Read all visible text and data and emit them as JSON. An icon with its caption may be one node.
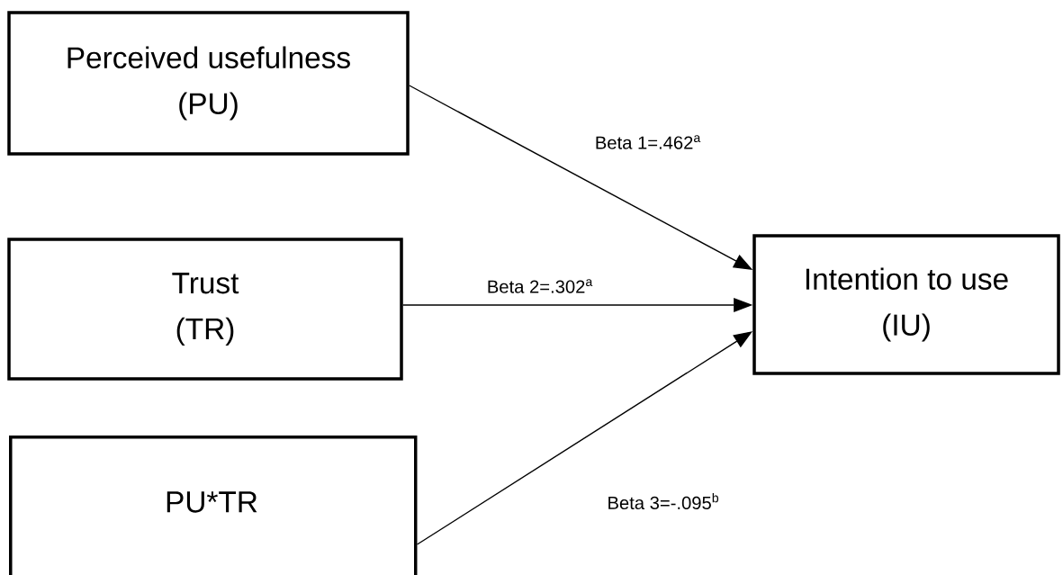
{
  "diagram": {
    "nodes": [
      {
        "text": [
          "Perceived usefulness",
          "(PU)"
        ]
      },
      {
        "text": [
          "Trust",
          "(TR)"
        ]
      },
      {
        "text": [
          "PU*TR"
        ]
      },
      {
        "text": [
          "Intention to use",
          "(IU)"
        ]
      }
    ],
    "edges": [
      {
        "from": 0,
        "to": 3,
        "arrow": "to",
        "label": "Beta 1=.462$^{a}$"
      },
      {
        "from": 1,
        "to": 3,
        "arrow": "to",
        "label": "Beta 2=.302$^{a}$"
      },
      {
        "from": 2,
        "to": 3,
        "arrow": "to",
        "label": "Beta 3=-.095$^{b}$"
      }
    ]
  }
}
